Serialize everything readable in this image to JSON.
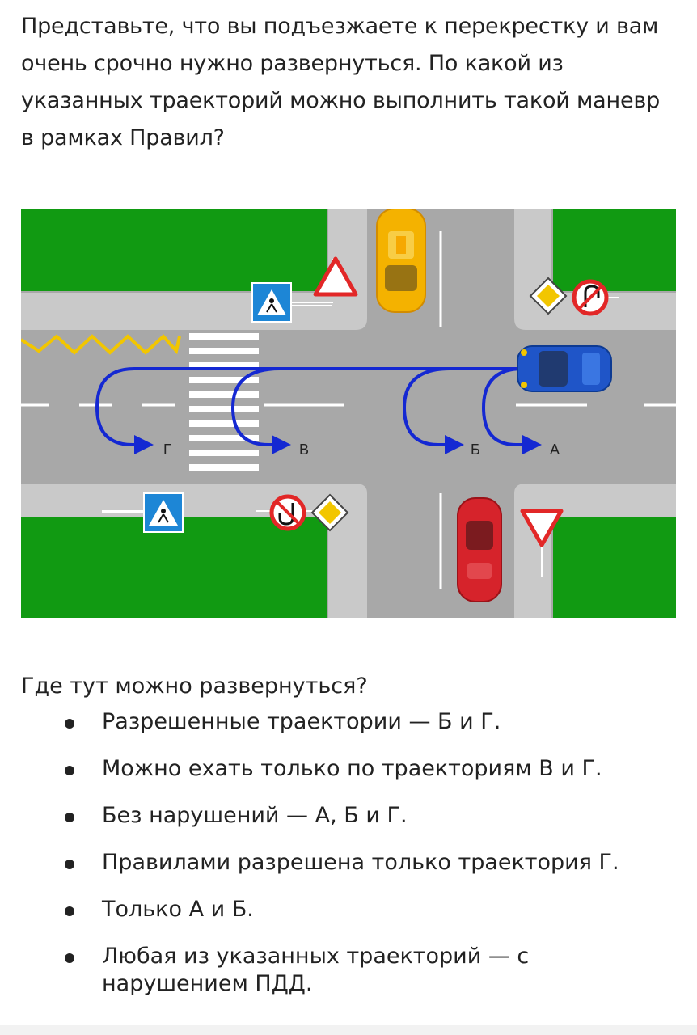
{
  "question": {
    "text": "Представьте, что вы подъезжаете к перекрестку и вам очень срочно нужно развернуться. По какой из указанных траекторий можно выполнить такой маневр в рамках Правил?"
  },
  "scene": {
    "trajectory_labels": {
      "a": "А",
      "b": "Б",
      "v": "В",
      "g": "Г"
    },
    "colors": {
      "grass": "#119a12",
      "road": "#a8a8a8",
      "sidewalk": "#c9c9c9",
      "trajectory": "#1428d2",
      "yellow_zigzag": "#f2c600"
    },
    "icons": [
      "pedestrian-crossing-sign-icon",
      "yield-sign-icon",
      "priority-road-sign-icon",
      "no-u-turn-sign-icon",
      "yellow-taxi-car-icon",
      "blue-car-icon",
      "red-car-icon",
      "crosswalk-zebra-icon"
    ]
  },
  "options": {
    "heading": "Где тут можно развернуться?",
    "items": [
      "Разрешенные траектории — Б и Г.",
      "Можно ехать только по траекториям В и Г.",
      "Без нарушений — А, Б и Г.",
      "Правилами разрешена только траектория Г.",
      "Только А и Б.",
      "Любая из указанных траекторий — с нарушением ПДД."
    ]
  }
}
